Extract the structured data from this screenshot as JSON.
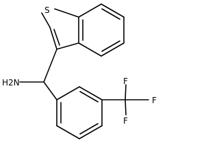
{
  "molecule": {
    "atom_labels": {
      "sulfur": "S",
      "amine": "H2N",
      "fluorine_top": "F",
      "fluorine_right": "F",
      "fluorine_bottom": "F"
    }
  }
}
